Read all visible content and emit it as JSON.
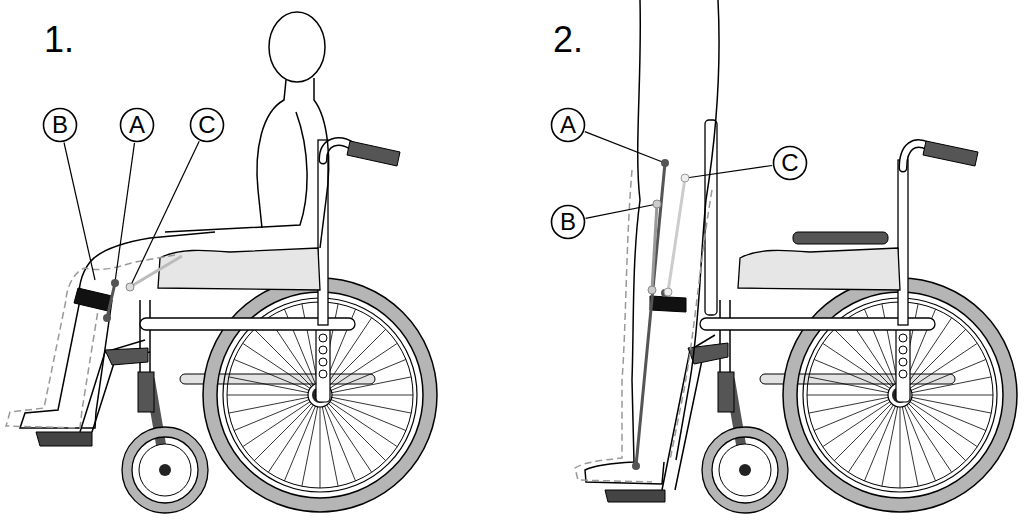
{
  "diagram": {
    "nodes": [
      {
        "text": [
          "B"
        ]
      },
      {
        "text": [
          "A"
        ]
      },
      {
        "text": [
          "C"
        ]
      },
      {
        "text": [
          "A"
        ]
      },
      {
        "text": [
          "C"
        ]
      },
      {
        "text": [
          "B"
        ]
      }
    ],
    "labels": [
      "1.",
      "2."
    ]
  }
}
